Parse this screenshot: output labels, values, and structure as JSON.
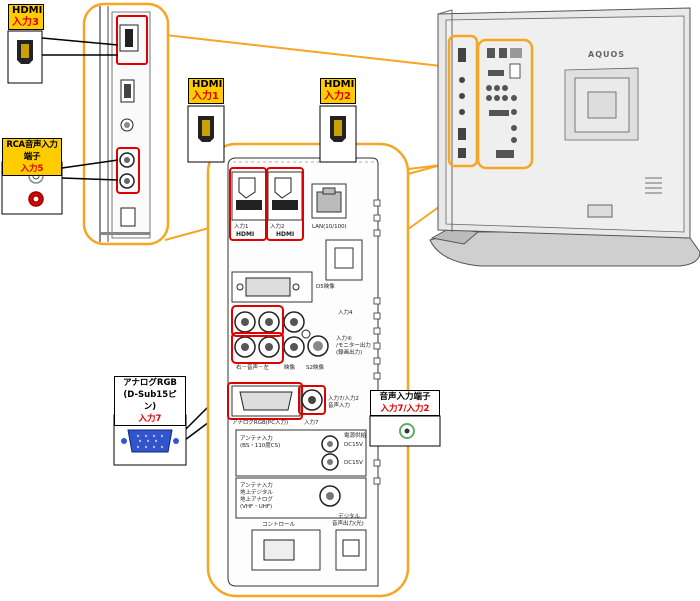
{
  "callouts": {
    "hdmi3": {
      "title": "HDMI",
      "sub": "入力3"
    },
    "hdmi1": {
      "title": "HDMI",
      "sub": "入力1"
    },
    "hdmi2": {
      "title": "HDMI",
      "sub": "入力2"
    },
    "rca": {
      "title": "RCA音声入力端子",
      "sub": "入力5"
    },
    "vga": {
      "title": "アナログRGB",
      "title2": "(D-Sub15ピン)",
      "sub": "入力7"
    },
    "audio": {
      "title": "音声入力端子",
      "sub": "入力7/入力2"
    }
  },
  "panel_labels": {
    "in1": "入力1",
    "in2": "入力2",
    "hdmi_logo": "HDMI",
    "lan": "LAN(10/100)",
    "d5": "D5映像",
    "in4": "入力4",
    "in_mon": "入力⑥",
    "monitor_out": "/モニター出力",
    "monitor_out2": "(録画出力)",
    "lr": "右－音声－左",
    "video": "映像",
    "s2": "S2映像",
    "analog_rgb": "アナログRGB(PC入力)",
    "in7": "入力7",
    "in7_2": "入力7/入力2",
    "audio_in": "音声入力",
    "antenna_bs": "アンテナ入力",
    "antenna_bs2": "(BS・110度CS)",
    "power_supply": "電源供給",
    "dc15v_1": "DC15V",
    "dc15v_2": "DC15V",
    "antenna_uhf": "アンテナ入力",
    "antenna_uhf2": "地上デジタル",
    "antenna_uhf3": "地上アナログ",
    "antenna_uhf4": "(VHF・UHF)",
    "control": "コントロール",
    "digital_out": "デジタル",
    "digital_out2": "音声出力(光)"
  },
  "tv": {
    "brand": "AQUOS"
  },
  "colors": {
    "accent": "#f5a623",
    "highlight": "#e00000",
    "label_bg": "#ffcc00",
    "vga_blue": "#3355cc"
  }
}
